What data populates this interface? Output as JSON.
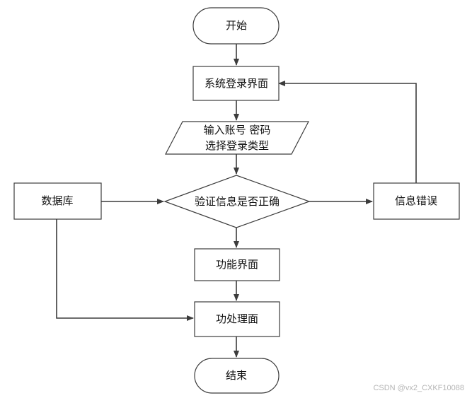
{
  "nodes": {
    "start": "开始",
    "login": "系统登录界面",
    "input_line1": "输入账号 密码",
    "input_line2": "选择登录类型",
    "verify": "验证信息是否正确",
    "database": "数据库",
    "error": "信息错误",
    "function": "功能界面",
    "process": "功处理面",
    "end": "结束"
  },
  "watermark": "CSDN @vx2_CXKF10088",
  "colors": {
    "stroke": "#3c3c3c",
    "fill": "#ffffff",
    "text": "#111111",
    "watermark": "#b5b5b5"
  }
}
